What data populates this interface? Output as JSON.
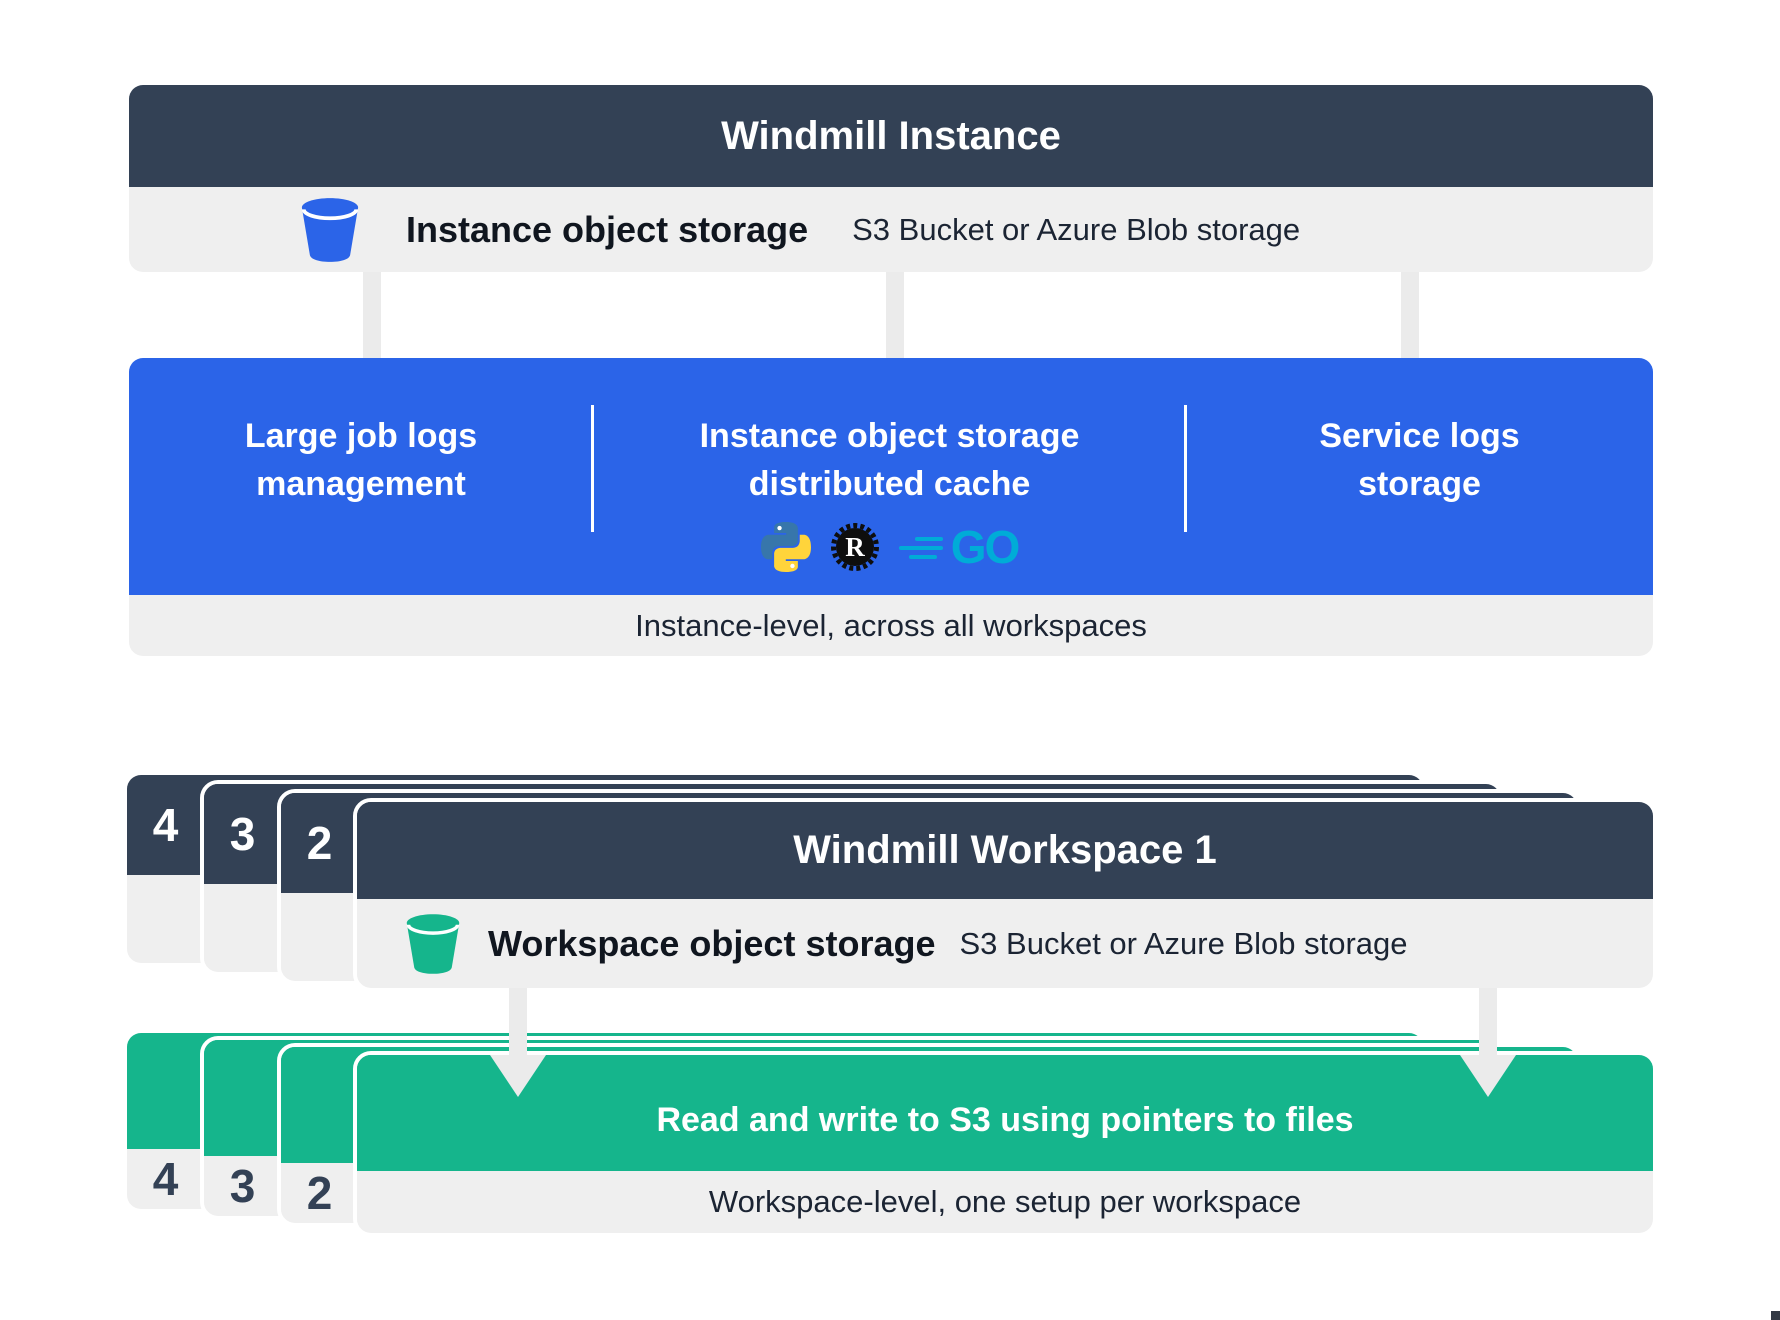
{
  "colors": {
    "dark": "#334155",
    "blue": "#2b64e8",
    "green": "#15b58c",
    "row-gray": "#efefef",
    "arrow-gray": "#ebebeb",
    "go-teal": "#00ACD7",
    "python-blue": "#3776AB",
    "python-yellow": "#FFD43B"
  },
  "instance": {
    "title": "Windmill Instance",
    "storage_label": "Instance object storage",
    "storage_detail": "S3 Bucket or Azure Blob storage",
    "columns": [
      {
        "line1": "Large job logs",
        "line2": "management"
      },
      {
        "line1": "Instance object storage",
        "line2": "distributed cache"
      },
      {
        "line1": "Service logs",
        "line2": "storage"
      }
    ],
    "languages": [
      "Python",
      "Rust",
      "Go"
    ],
    "rust_letter": "R",
    "go_label": "GO",
    "footer": "Instance-level, across all workspaces"
  },
  "workspace": {
    "stack_numbers": [
      "4",
      "3",
      "2"
    ],
    "title": "Windmill Workspace 1",
    "storage_label": "Workspace object storage",
    "storage_detail": "S3 Bucket or Azure Blob storage",
    "action_title": "Read and write to S3 using pointers to files",
    "footer": "Workspace-level, one setup per workspace",
    "green_stack_numbers": [
      "4",
      "3",
      "2"
    ]
  }
}
